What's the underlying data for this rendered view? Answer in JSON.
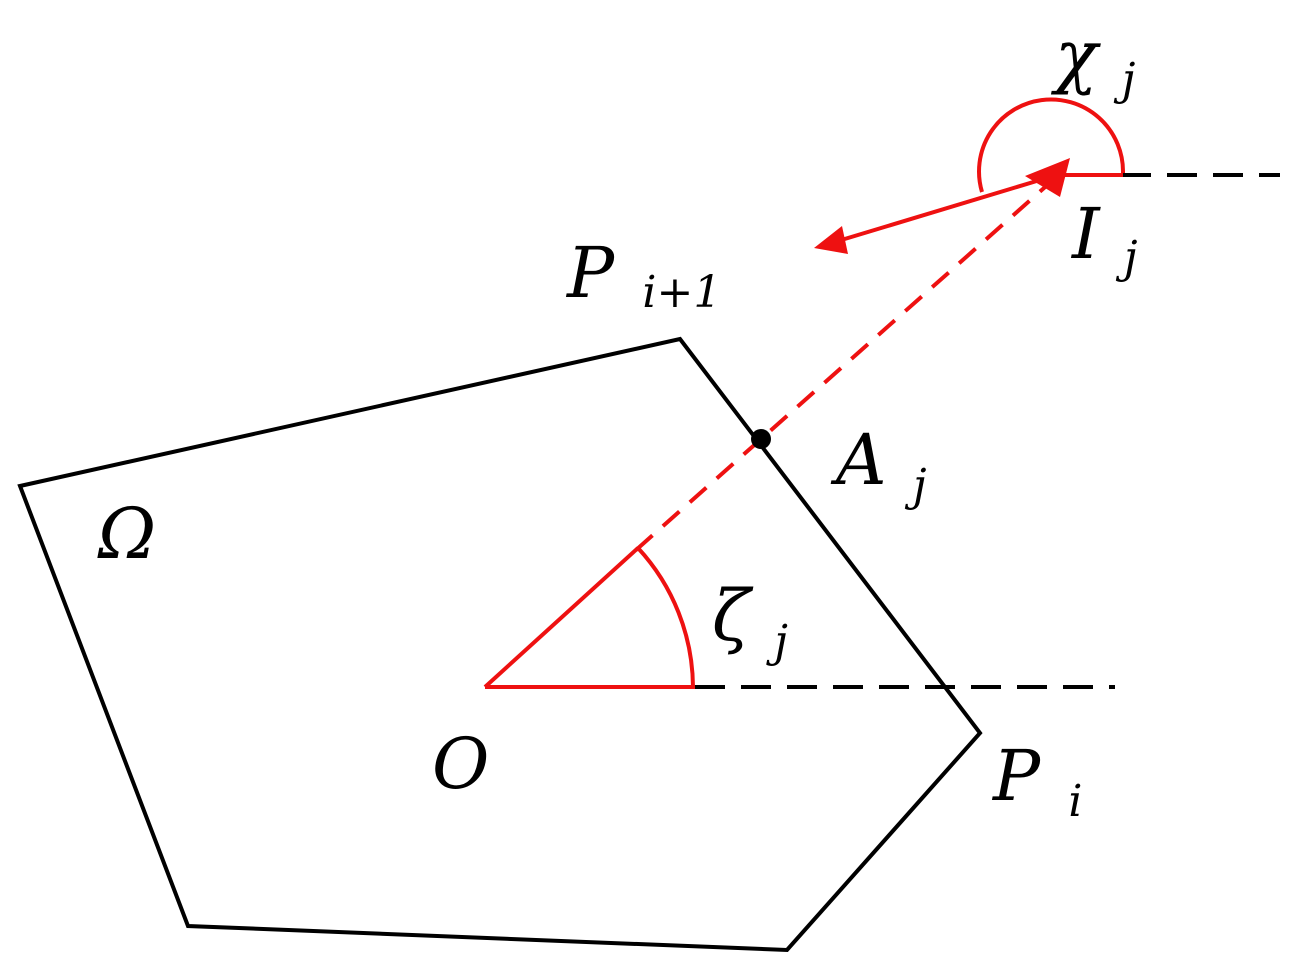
{
  "diagram": {
    "colors": {
      "boundary": "#000000",
      "construction": "#ee1111",
      "point": "#000000"
    },
    "labels": {
      "region": "Ω",
      "origin": "O",
      "vertex_i": {
        "base": "P",
        "sub": "i"
      },
      "vertex_i_plus_1": {
        "base": "P",
        "sub": "i+1"
      },
      "intersection": {
        "base": "A",
        "sub": "j"
      },
      "emitter": {
        "base": "I",
        "sub": "j"
      },
      "angle_zeta": {
        "base": "ζ",
        "sub": "j"
      },
      "angle_chi": {
        "base": "χ",
        "sub": "j"
      }
    }
  }
}
